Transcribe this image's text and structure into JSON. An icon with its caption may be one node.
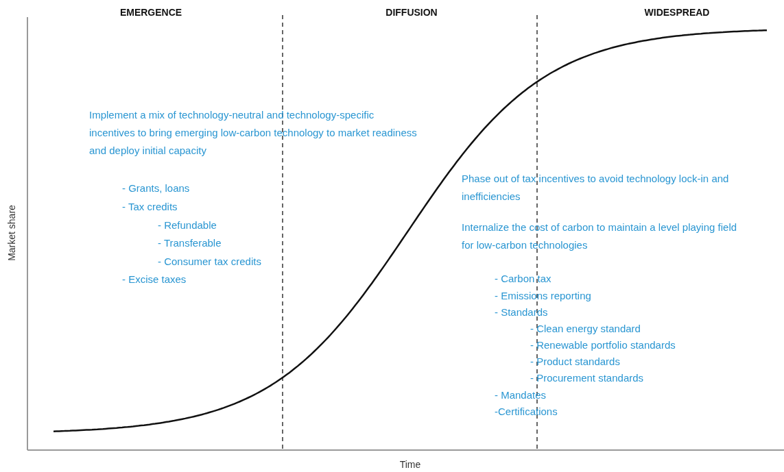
{
  "diagram": {
    "labels": [
      "EMERGENCE",
      "DIFFUSION",
      "WIDESPREAD",
      "Implement a mix of technology-neutral and technology-specific incentives to bring emerging low-carbon technology to market readiness and deploy initial capacity",
      "- Grants, loans",
      "- Tax credits",
      "- Refundable",
      "- Transferable",
      "- Consumer tax credits",
      "- Excise taxes",
      "Phase out of tax incentives to avoid technology lock-in and inefficiencies",
      "Internalize the cost of carbon to maintain a level playing field for low-carbon technologies",
      "- Carbon tax",
      "- Emissions reporting",
      "- Standards",
      "- Clean energy standard",
      "- Renewable portfolio standards",
      "- Product standards",
      "- Procurement standards",
      "- Mandates",
      "-Certifications",
      "Market share",
      "Time"
    ]
  }
}
